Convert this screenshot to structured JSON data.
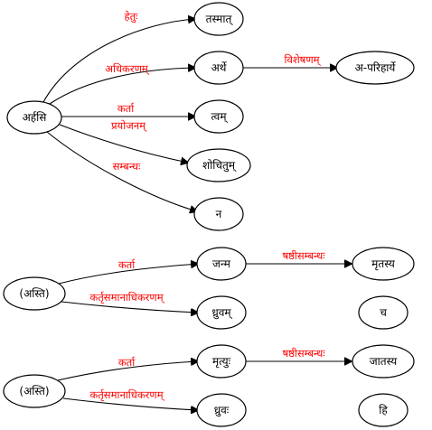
{
  "colors": {
    "edge_label": "#ff0000",
    "node_stroke": "#000000",
    "edge_stroke": "#000000",
    "background": "#ffffff"
  },
  "nodes": [
    {
      "id": "arhasi",
      "label": "अर्हसि"
    },
    {
      "id": "tasmat",
      "label": "तस्मात्"
    },
    {
      "id": "arthe",
      "label": "अर्थे"
    },
    {
      "id": "aparihary",
      "label": "अ-परिहार्ये"
    },
    {
      "id": "tvam",
      "label": "त्वम्"
    },
    {
      "id": "shochitum",
      "label": "शोचितुम्"
    },
    {
      "id": "na",
      "label": "न"
    },
    {
      "id": "asti1",
      "label": "(अस्ति)"
    },
    {
      "id": "janma",
      "label": "जन्म"
    },
    {
      "id": "mritasya",
      "label": "मृतस्य"
    },
    {
      "id": "dhruvam",
      "label": "ध्रुवम्"
    },
    {
      "id": "cha",
      "label": "च"
    },
    {
      "id": "asti2",
      "label": "(अस्ति)"
    },
    {
      "id": "mrityuh",
      "label": "मृत्युः"
    },
    {
      "id": "jatasya",
      "label": "जातस्य"
    },
    {
      "id": "dhruvah",
      "label": "ध्रुवः"
    },
    {
      "id": "hi",
      "label": "हि"
    }
  ],
  "edges": [
    {
      "from": "arhasi",
      "to": "tasmat",
      "label": "हेतुः"
    },
    {
      "from": "arhasi",
      "to": "arthe",
      "label": "अधिकरणम्"
    },
    {
      "from": "arthe",
      "to": "aparihary",
      "label": "विशेषणम्"
    },
    {
      "from": "arhasi",
      "to": "tvam",
      "label": "कर्ता"
    },
    {
      "from": "arhasi",
      "to": "shochitum",
      "label": "प्रयोजनम्"
    },
    {
      "from": "arhasi",
      "to": "na",
      "label": "सम्बन्धः"
    },
    {
      "from": "asti1",
      "to": "janma",
      "label": "कर्ता"
    },
    {
      "from": "janma",
      "to": "mritasya",
      "label": "षष्ठीसम्बन्धः"
    },
    {
      "from": "asti1",
      "to": "dhruvam",
      "label": "कर्तृसमानाधिकरणम्"
    },
    {
      "from": "asti2",
      "to": "mrityuh",
      "label": "कर्ता"
    },
    {
      "from": "mrityuh",
      "to": "jatasya",
      "label": "षष्ठीसम्बन्धः"
    },
    {
      "from": "asti2",
      "to": "dhruvah",
      "label": "कर्तृसमानाधिकरणम्"
    }
  ]
}
